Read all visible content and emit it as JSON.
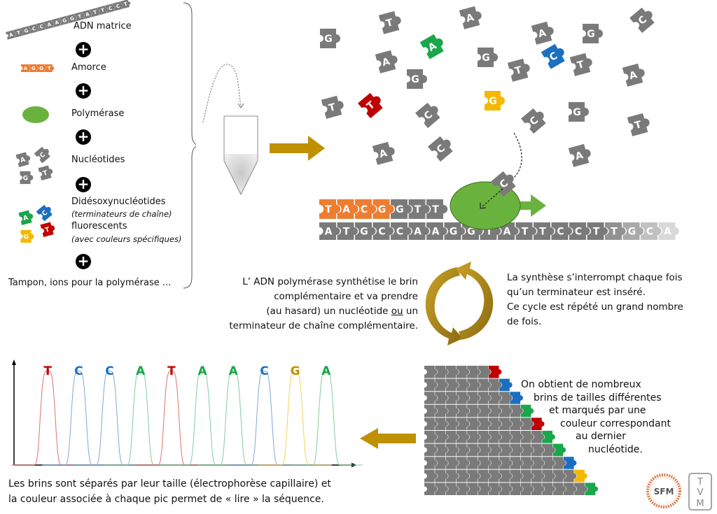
{
  "ingredients": {
    "template": {
      "label": "ADN matrice",
      "sequence": [
        "A",
        "T",
        "G",
        "C",
        "C",
        "A",
        "A",
        "G",
        "G",
        "T",
        "A",
        "T",
        "T",
        "C",
        "C",
        "T"
      ]
    },
    "primer": {
      "label": "Amorce",
      "sequence": [
        "A",
        "G",
        "G",
        "T"
      ]
    },
    "polymerase": {
      "label": "Polymérase"
    },
    "nucleotides": {
      "label": "Nucléotides",
      "letters": [
        "A",
        "C",
        "G",
        "T"
      ]
    },
    "terminators": {
      "label_line1": "Didésoxynucléotides",
      "label_line2": "(terminateurs de chaîne)",
      "label_line3": "fluorescents",
      "label_line4": "(avec couleurs spécifiques)",
      "letters": [
        "A",
        "C",
        "G",
        "T"
      ]
    },
    "buffer": {
      "label": "Tampon, ions pour la polymérase ..."
    },
    "plus_symbol": "+"
  },
  "colors": {
    "A": "#1aa64a",
    "C": "#1a6fc0",
    "G": "#f5b800",
    "T": "#c00000",
    "nucleotide_gray": "#7a7a7a",
    "primer_orange": "#ed7d31",
    "polymerase_green": "#6ab23e",
    "arrow_gold": "#bf9000"
  },
  "synthesis": {
    "new_strand": [
      {
        "base": "T",
        "type": "primer"
      },
      {
        "base": "A",
        "type": "primer"
      },
      {
        "base": "C",
        "type": "primer"
      },
      {
        "base": "G",
        "type": "primer"
      },
      {
        "base": "G",
        "type": "added"
      },
      {
        "base": "T",
        "type": "added"
      },
      {
        "base": "T",
        "type": "added"
      }
    ],
    "template_strand": [
      "A",
      "T",
      "G",
      "C",
      "C",
      "A",
      "A",
      "G",
      "G",
      "T",
      "A",
      "T",
      "T",
      "C",
      "C",
      "T",
      "T",
      "G",
      "C",
      "A"
    ],
    "incoming_base": "C"
  },
  "cycle": {
    "left_text": [
      "L’ ADN polymérase synthétise le brin",
      "complémentaire et va prendre",
      "(au hasard) un nucléotide ",
      "ou",
      " un",
      "terminateur de chaîne complémentaire."
    ],
    "right_text": [
      "La synthèse s’interrompt chaque fois",
      "qu’un terminateur est inséré.",
      "Ce cycle est répété un grand nombre",
      "de fois."
    ]
  },
  "fragments": {
    "text": [
      "On obtient de nombreux",
      "brins de tailles différentes",
      "et marqués par une",
      "couleur correspondant",
      "au dernier",
      "nucléotide."
    ],
    "terminal_bases": [
      "T",
      "C",
      "C",
      "A",
      "T",
      "A",
      "A",
      "C",
      "G",
      "A"
    ]
  },
  "chart_data": {
    "type": "line",
    "title": "",
    "xlabel": "",
    "ylabel": "",
    "peaks": [
      {
        "base": "T",
        "position": 1,
        "height": 1.0
      },
      {
        "base": "C",
        "position": 2,
        "height": 1.0
      },
      {
        "base": "C",
        "position": 3,
        "height": 1.0
      },
      {
        "base": "A",
        "position": 4,
        "height": 1.0
      },
      {
        "base": "T",
        "position": 5,
        "height": 1.0
      },
      {
        "base": "A",
        "position": 6,
        "height": 1.0
      },
      {
        "base": "A",
        "position": 7,
        "height": 1.0
      },
      {
        "base": "C",
        "position": 8,
        "height": 1.0
      },
      {
        "base": "G",
        "position": 9,
        "height": 1.0
      },
      {
        "base": "A",
        "position": 10,
        "height": 1.0
      }
    ],
    "xlim": [
      0,
      11
    ],
    "ylim": [
      0,
      1.1
    ],
    "grid": false,
    "caption": [
      "Les brins sont séparés par leur taille (électrophorèse capillaire) et",
      "la couleur associée à chaque pic permet de « lire » la séquence."
    ],
    "peak_colors": {
      "A": "#7fcf9e",
      "C": "#7ea8d6",
      "G": "#f2d25a",
      "T": "#e07070"
    },
    "label_colors": {
      "A": "#1aa64a",
      "C": "#1a6fc0",
      "G": "#bf9000",
      "T": "#c00000"
    }
  },
  "logos": {
    "sfm": "SFM",
    "tvm": [
      "T",
      "V",
      "M"
    ]
  }
}
